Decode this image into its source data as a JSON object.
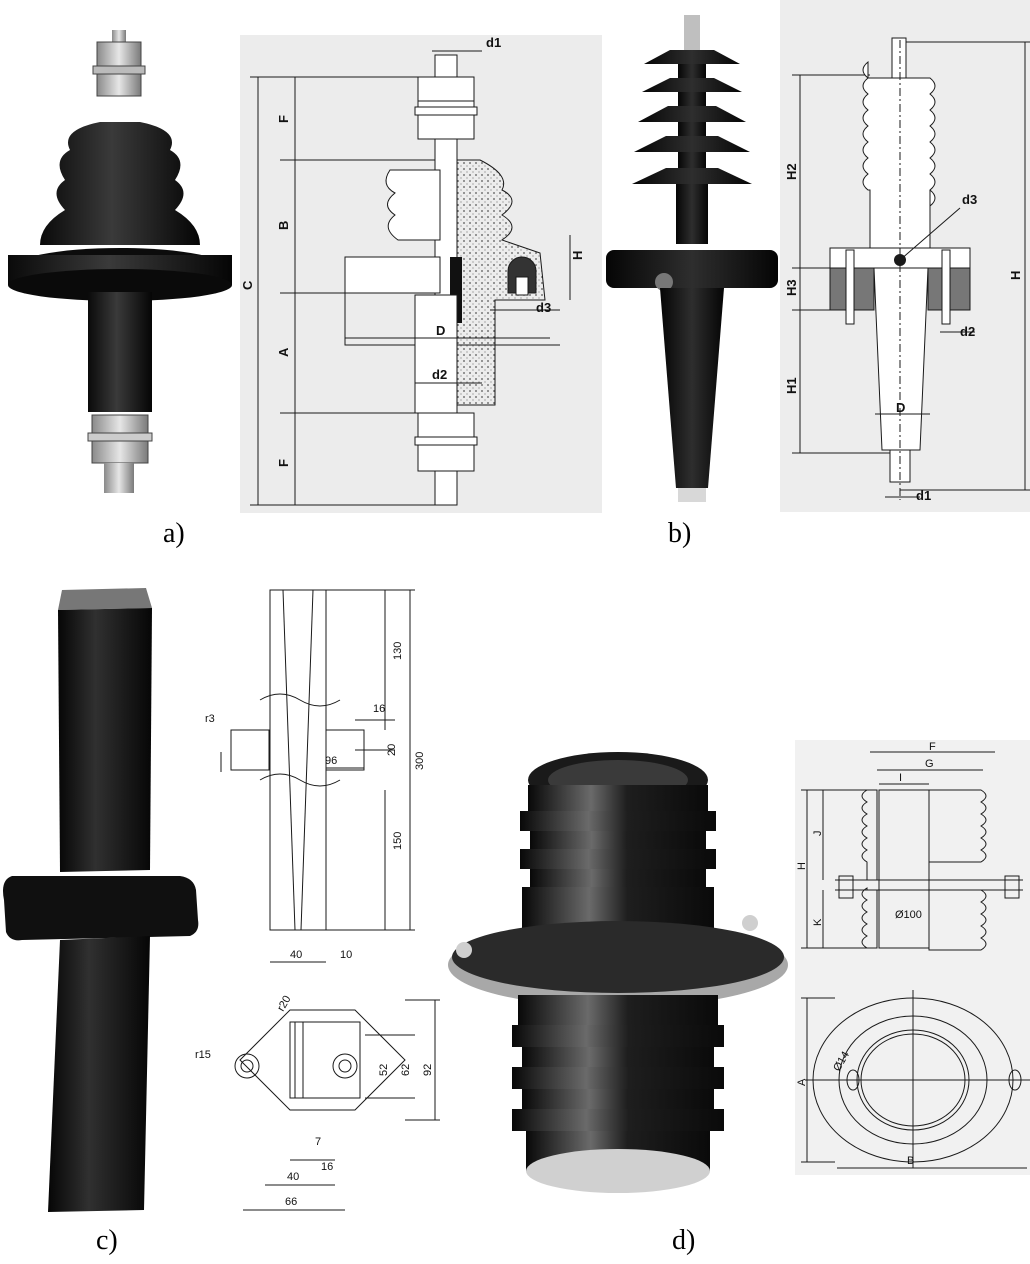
{
  "figure_labels": {
    "a": "a)",
    "b": "b)",
    "c": "c)",
    "d": "d)"
  },
  "drawing_a": {
    "labels": [
      "d1",
      "F",
      "B",
      "C",
      "H",
      "D",
      "d3",
      "A",
      "d2",
      "F"
    ]
  },
  "drawing_b": {
    "labels": [
      "H2",
      "d3",
      "H",
      "H3",
      "d2",
      "H1",
      "D",
      "d1"
    ]
  },
  "drawing_c": {
    "side_view": [
      "130",
      "r3",
      "16",
      "20",
      "300",
      "96",
      "150",
      "40",
      "10"
    ],
    "top_view": [
      "r20",
      "r15",
      "52",
      "62",
      "92",
      "7",
      "16",
      "40",
      "66"
    ]
  },
  "drawing_d": {
    "side_view": [
      "F",
      "G",
      "I",
      "J",
      "H",
      "Ø100",
      "K"
    ],
    "top_view": [
      "Ø14",
      "A",
      "B"
    ]
  },
  "colors": {
    "porcelain": "#141414",
    "paper": "#ececec",
    "line": "#1a1a1a",
    "fill_dots": "#d8d8d8"
  }
}
